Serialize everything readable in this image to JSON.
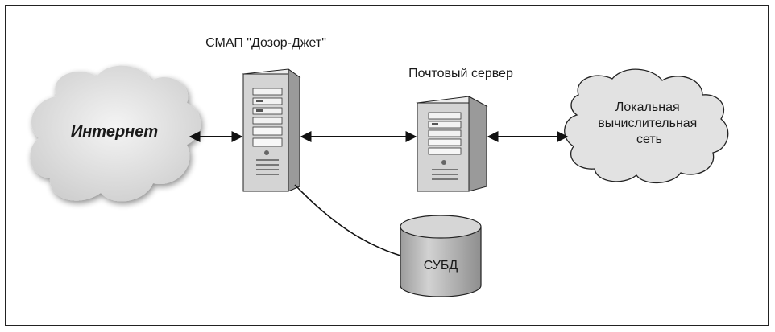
{
  "nodes": {
    "internet": {
      "label": "Интернет"
    },
    "gateway": {
      "label": "СМАП \"Дозор-Джет\""
    },
    "mail_server": {
      "label": "Почтовый сервер"
    },
    "lan": {
      "lines": [
        "Локальная",
        "вычислительная",
        "сеть"
      ]
    },
    "dbms": {
      "label": "СУБД"
    }
  },
  "colors": {
    "cloud_fill": "#e3e3e3",
    "server_body": "#d9d9d9",
    "server_dark": "#a8a8a8",
    "db_fill": "#c4c4c4",
    "line": "#111111"
  }
}
